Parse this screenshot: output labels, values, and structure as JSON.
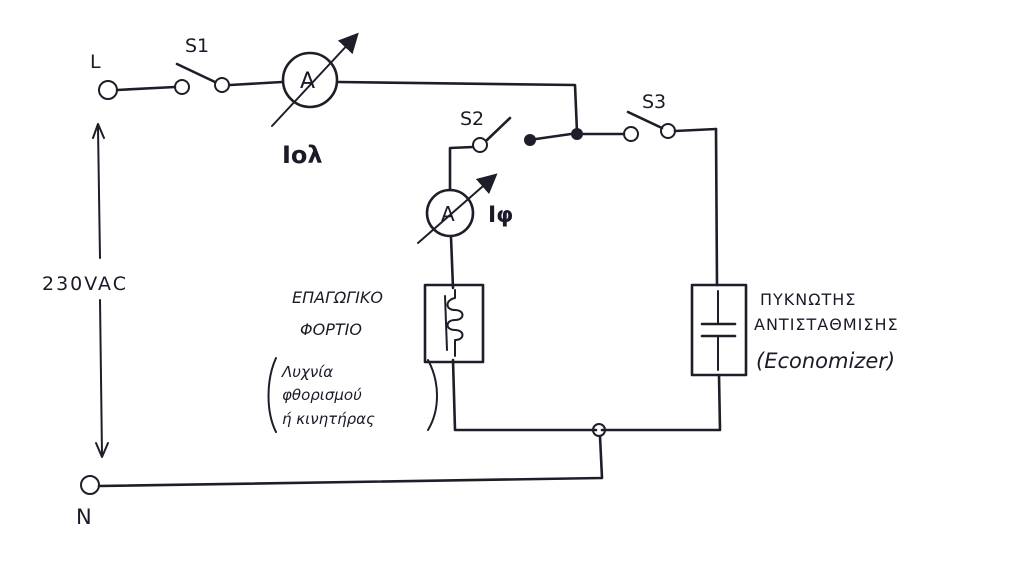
{
  "terminals": {
    "line": "L",
    "neutral": "N"
  },
  "voltage_label": "230VAC",
  "switches": {
    "s1": "S1",
    "s2": "S2",
    "s3": "S3"
  },
  "meters": {
    "main_symbol": "A",
    "main_label": "Iολ",
    "branch_symbol": "A",
    "branch_label": "Iφ"
  },
  "inductive_load": {
    "title_line1": "ΕΠΑΓΩΓΙΚΟ",
    "title_line2": "ΦΟΡΤΙΟ",
    "note_line1": "Λυχνία",
    "note_line2": "φθορισμού",
    "note_line3": "ή κινητήρας"
  },
  "capacitor": {
    "title_line1": "ΠΥΚΝΩΤΗΣ",
    "title_line2": "ΑΝΤΙΣΤΑΘΜΙΣΗΣ",
    "note": "(Economizer)"
  },
  "colors": {
    "ink": "#1e1e2a",
    "paper": "#ffffff"
  }
}
